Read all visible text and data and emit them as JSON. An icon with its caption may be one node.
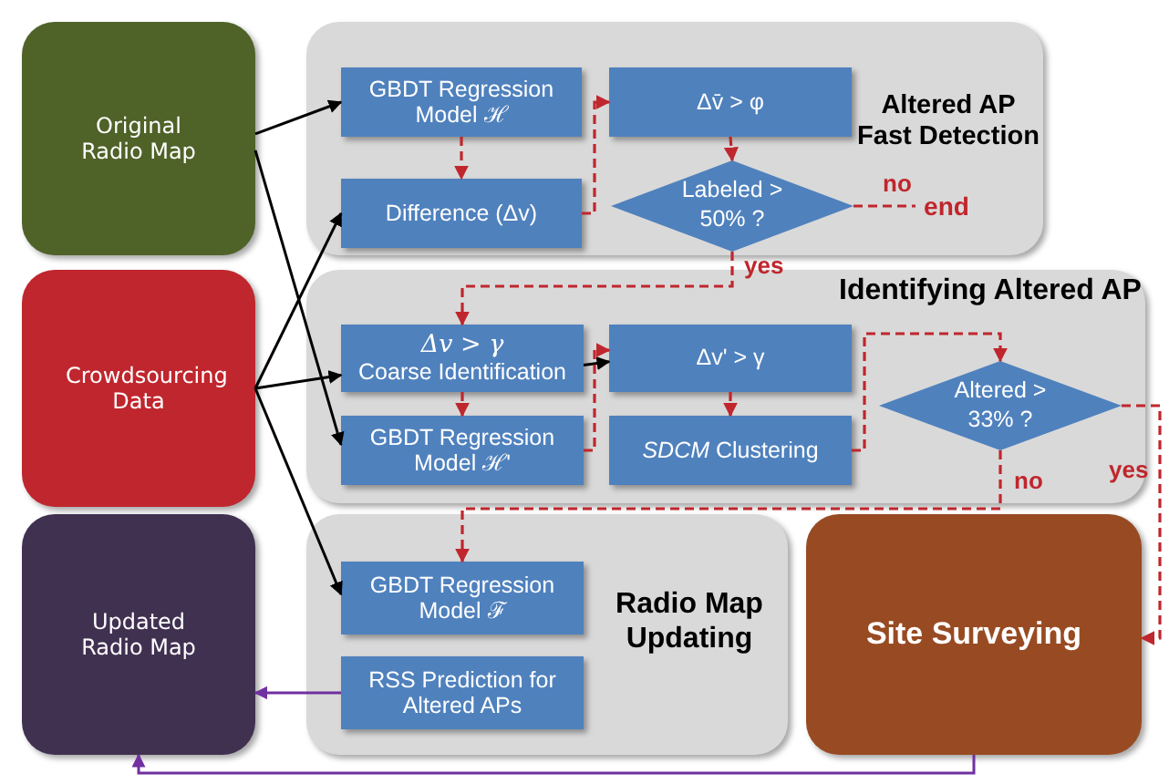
{
  "diagram": {
    "nodes": [
      {
        "text": [
          "Original Radio Map"
        ]
      },
      {
        "text": [
          "Crowdsourcing Data"
        ]
      },
      {
        "text": [
          "Updated Radio Map"
        ]
      },
      {
        "text": [
          "Altered AP Fast Detection"
        ]
      },
      {
        "text": [
          "GBDT Regression Model ℋ"
        ],
        "in": 3
      },
      {
        "text": [
          "Difference (Δv)"
        ],
        "in": 3
      },
      {
        "text": [
          "Δv̄ > φ"
        ],
        "in": 3
      },
      {
        "text": [
          "Labeled > 50% ?"
        ],
        "in": 3
      },
      {
        "text": [
          "end"
        ],
        "in": 3
      },
      {
        "text": [
          "Identifying Altered AP"
        ]
      },
      {
        "text": [
          "Δv > γ",
          "Coarse Identification"
        ],
        "in": 9
      },
      {
        "text": [
          "GBDT Regression Model ℋ'"
        ],
        "in": 9
      },
      {
        "text": [
          "Δv' > γ"
        ],
        "in": 9
      },
      {
        "text": [
          "*SDCM* Clustering"
        ],
        "in": 9
      },
      {
        "text": [
          "Altered > 33% ?"
        ],
        "in": 9
      },
      {
        "text": [
          "Radio Map Updating"
        ]
      },
      {
        "text": [
          "GBDT Regression Model ℱ"
        ],
        "in": 15
      },
      {
        "text": [
          "RSS Prediction for Altered APs"
        ],
        "in": 15
      },
      {
        "text": [
          "Site Surveying"
        ]
      }
    ],
    "edges": [
      {
        "from": 0,
        "to": 4,
        "arrow": "to",
        "color": "#000000"
      },
      {
        "from": 0,
        "to": 11,
        "arrow": "to",
        "color": "#000000"
      },
      {
        "from": 1,
        "to": 5,
        "arrow": "to",
        "color": "#000000"
      },
      {
        "from": 1,
        "to": 10,
        "arrow": "to",
        "color": "#000000"
      },
      {
        "from": 1,
        "to": 16,
        "arrow": "to",
        "color": "#000000"
      },
      {
        "from": 10,
        "to": 12,
        "arrow": "to",
        "color": "#000000"
      },
      {
        "from": 4,
        "to": 5,
        "arrow": "to",
        "style": "dashed"
      },
      {
        "from": 5,
        "to": 6,
        "arrow": "to",
        "style": "dashed"
      },
      {
        "from": 6,
        "to": 7,
        "arrow": "to",
        "style": "dashed"
      },
      {
        "from": 7,
        "to": 8,
        "arrow": "none",
        "style": "dashed",
        "label": "no"
      },
      {
        "from": 7,
        "to": 10,
        "arrow": "to",
        "style": "dashed",
        "label": "yes"
      },
      {
        "from": 10,
        "to": 11,
        "arrow": "to",
        "style": "dashed"
      },
      {
        "from": 11,
        "to": 12,
        "arrow": "to",
        "style": "dashed"
      },
      {
        "from": 12,
        "to": 13,
        "arrow": "to",
        "style": "dashed"
      },
      {
        "from": 13,
        "to": 14,
        "arrow": "to",
        "style": "dashed"
      },
      {
        "from": 14,
        "to": 16,
        "arrow": "to",
        "style": "dashed",
        "label": "no"
      },
      {
        "from": 14,
        "to": 18,
        "arrow": "to",
        "style": "dashed",
        "label": "yes"
      },
      {
        "from": 17,
        "to": 2,
        "arrow": "to",
        "color": "#7030a0"
      },
      {
        "from": 18,
        "to": 2,
        "arrow": "to",
        "color": "#7030a0"
      }
    ]
  }
}
